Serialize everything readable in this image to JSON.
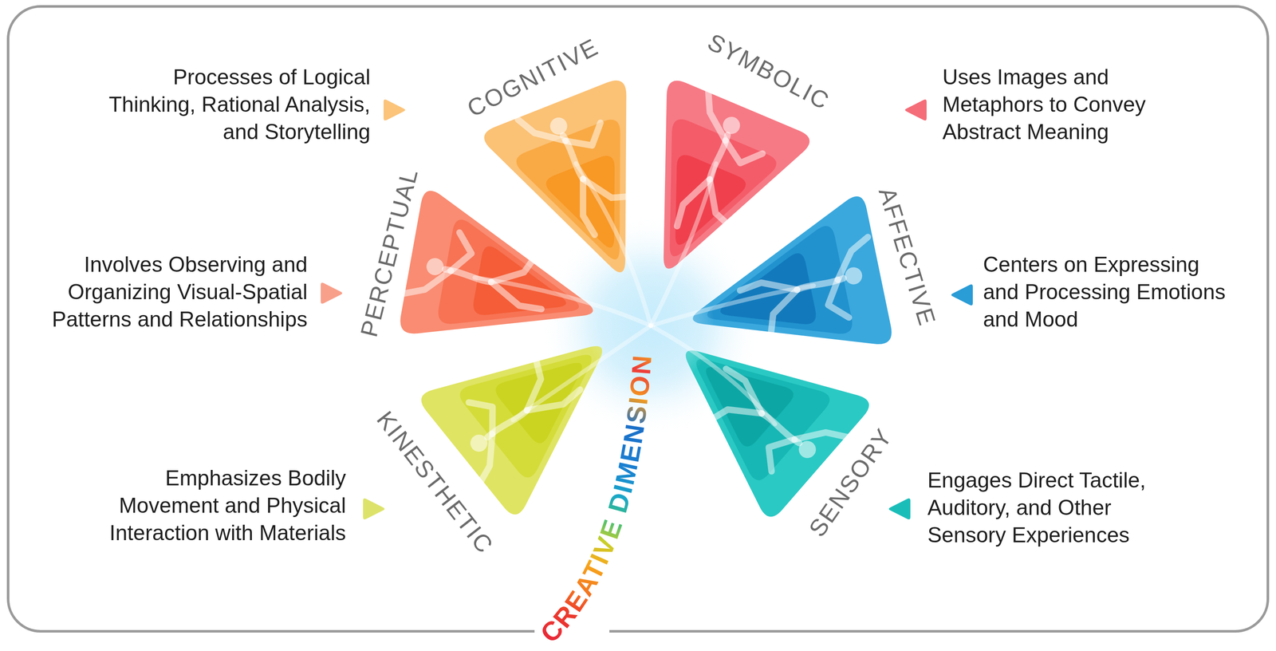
{
  "diagram": {
    "title": "CREATIVE DIMENSION",
    "nodes": [
      {
        "text": [
          "COGNITIVE"
        ]
      },
      {
        "text": [
          "SYMBOLIC"
        ]
      },
      {
        "text": [
          "PERCEPTUAL"
        ]
      },
      {
        "text": [
          "AFFECTIVE"
        ]
      },
      {
        "text": [
          "KINESTHETIC"
        ]
      },
      {
        "text": [
          "SENSORY"
        ]
      }
    ],
    "labels": [
      "Processes of Logical Thinking, Rational Analysis, and Storytelling",
      "Uses Images and Metaphors to Convey Abstract Meaning",
      "Involves Observing and Organizing Visual-Spatial Patterns and Relationships",
      "Centers on Expressing and Processing Emotions and Mood",
      "Emphasizes Bodily Movement and Physical Interaction with Materials",
      "Engages Direct Tactile, Auditory, and Other Sensory Experiences"
    ]
  }
}
